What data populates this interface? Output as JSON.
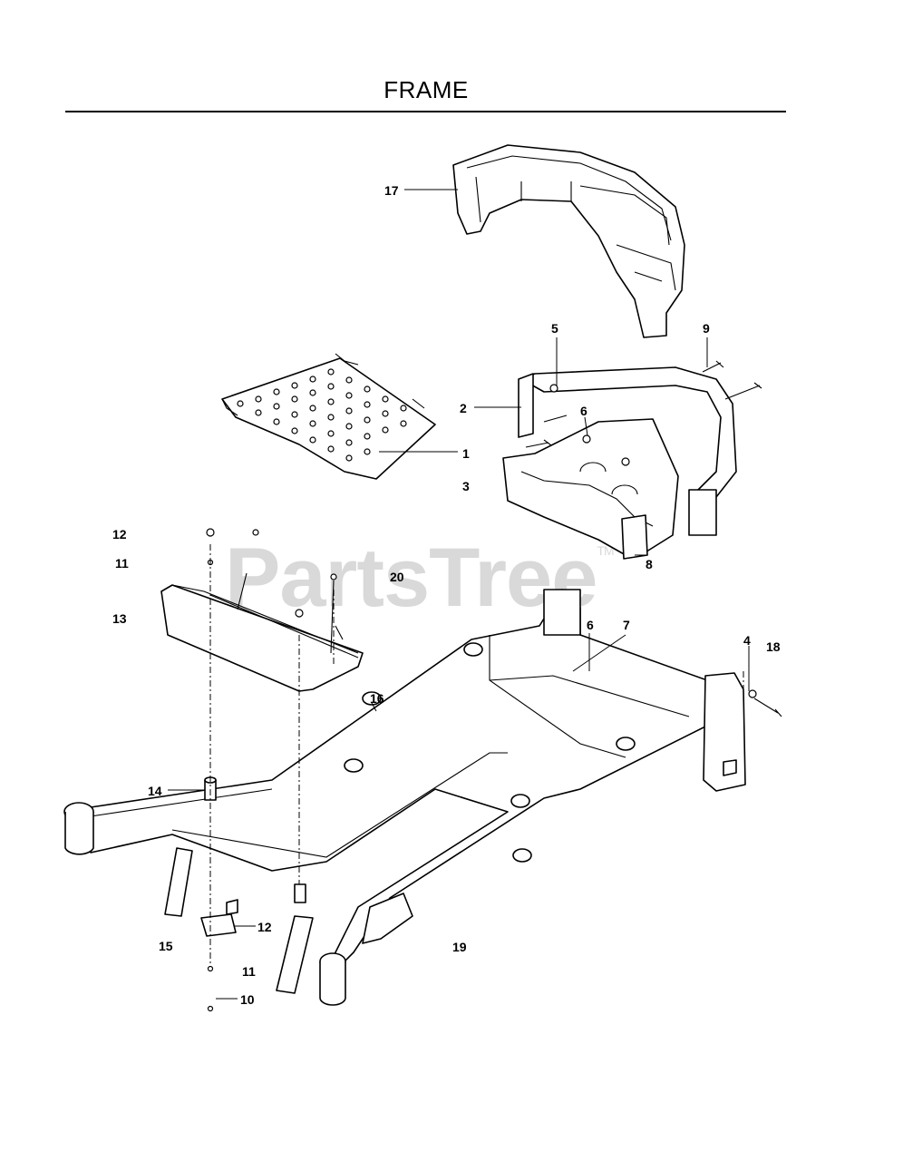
{
  "title": "FRAME",
  "watermark": "PartsTree",
  "watermark_mark": "TM",
  "callouts": {
    "c1": "1",
    "c2": "2",
    "c3": "3",
    "c4": "4",
    "c5": "5",
    "c6a": "6",
    "c6b": "6",
    "c7": "7",
    "c8": "8",
    "c9": "9",
    "c10": "10",
    "c11a": "11",
    "c11b": "11",
    "c12a": "12",
    "c12b": "12",
    "c13": "13",
    "c14": "14",
    "c15": "15",
    "c16": "16",
    "c17": "17",
    "c18": "18",
    "c19": "19",
    "c20": "20"
  }
}
